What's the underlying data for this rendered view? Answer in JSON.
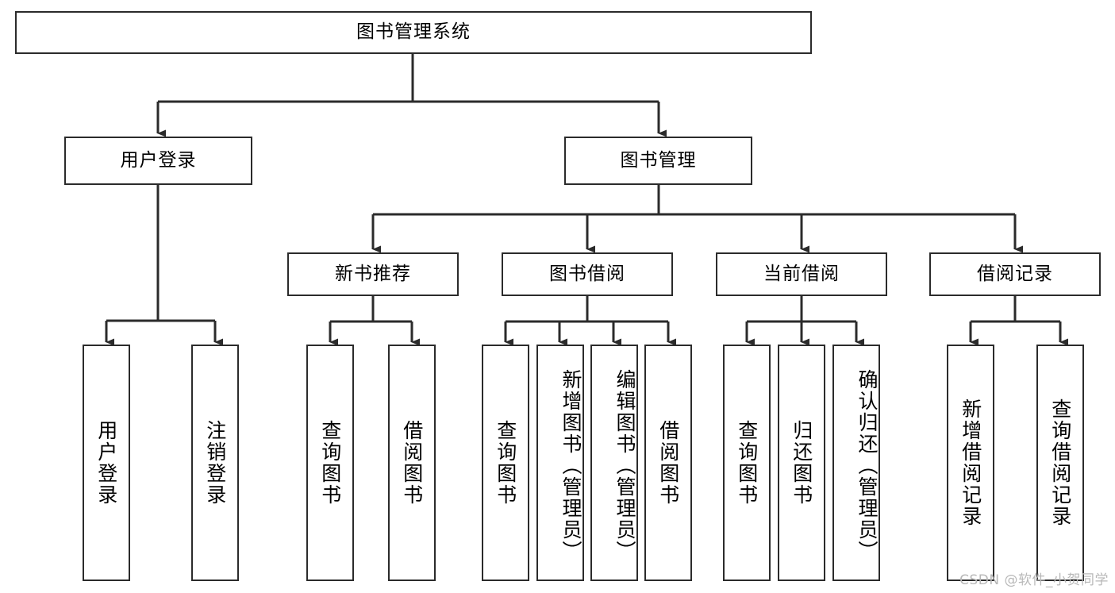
{
  "diagram": {
    "title": "图书管理系统",
    "type": "tree-hierarchy-chart",
    "watermark": "CSDN @软件_小贺同学",
    "colors": {
      "box_border": "#2b2b2b",
      "box_fill": "#ffffff",
      "edge": "#2b2b2b",
      "text": "#000000",
      "watermark": "#b8b8b8",
      "background": "#ffffff"
    },
    "root": {
      "label": "图书管理系统"
    },
    "level2": [
      {
        "label": "用户登录"
      },
      {
        "label": "图书管理"
      }
    ],
    "level3": [
      {
        "label": "新书推荐"
      },
      {
        "label": "图书借阅"
      },
      {
        "label": "当前借阅"
      },
      {
        "label": "借阅记录"
      }
    ],
    "leaves": {
      "user_login": [
        {
          "label": "用户登录"
        },
        {
          "label": "注销登录"
        }
      ],
      "new_book_recommend": [
        {
          "label": "查询图书"
        },
        {
          "label": "借阅图书"
        }
      ],
      "book_borrow": [
        {
          "label": "查询图书"
        },
        {
          "label": "新增图书（管理员）"
        },
        {
          "label": "编辑图书（管理员）"
        },
        {
          "label": "借阅图书"
        }
      ],
      "current_borrow": [
        {
          "label": "查询图书"
        },
        {
          "label": "归还图书"
        },
        {
          "label": "确认归还（管理员）"
        }
      ],
      "borrow_record": [
        {
          "label": "新增借阅记录"
        },
        {
          "label": "查询借阅记录"
        }
      ]
    }
  }
}
